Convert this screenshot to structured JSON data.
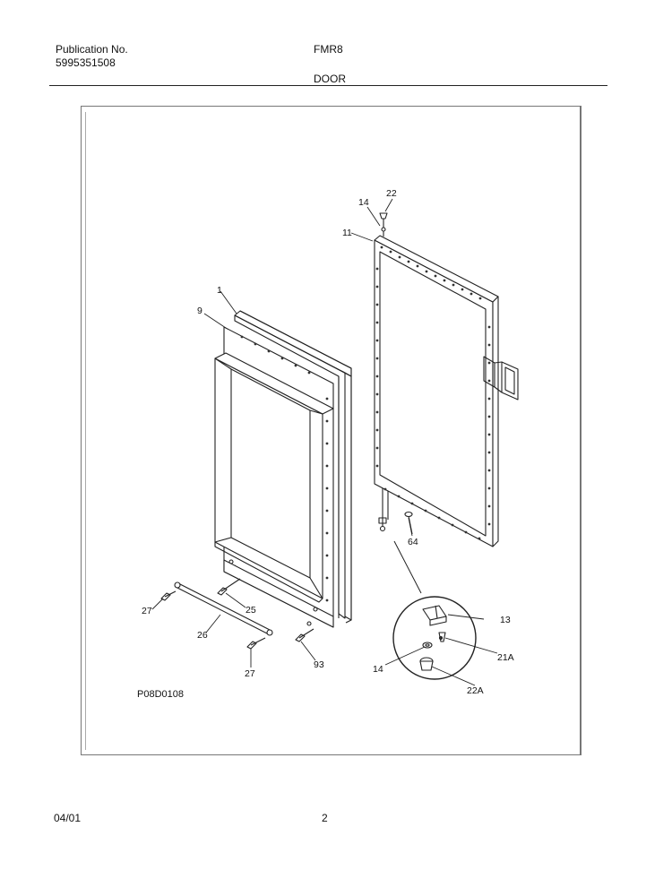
{
  "header": {
    "publication_label": "Publication No.",
    "publication_number": "5995351508",
    "model": "FMR8",
    "section": "DOOR"
  },
  "diagram": {
    "code": "P08D0108",
    "callouts": {
      "c22_top": "22",
      "c14_top": "14",
      "c11": "11",
      "c1": "1",
      "c9": "9",
      "c64": "64",
      "c13": "13",
      "c21a": "21A",
      "c14_detail": "14",
      "c22a": "22A",
      "c27_left": "27",
      "c25": "25",
      "c26": "26",
      "c27_bottom": "27",
      "c93": "93"
    }
  },
  "footer": {
    "date": "04/01",
    "page": "2"
  }
}
